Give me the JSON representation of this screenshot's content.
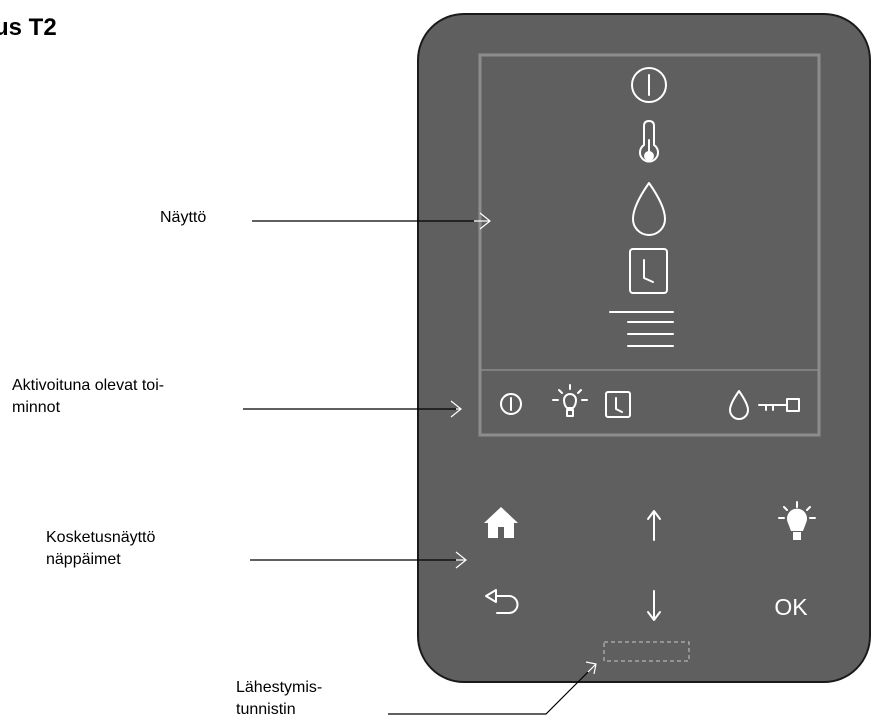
{
  "title": "us T2",
  "labels": {
    "display": "Näyttö",
    "active_functions_line1": "Aktivoituna olevat toi-",
    "active_functions_line2": "minnot",
    "touch_keys_line1": "Kosketusnäyttö",
    "touch_keys_line2": "näppäimet",
    "proximity_line1": "Lähestymis-",
    "proximity_line2": "tunnistin"
  },
  "keys": {
    "ok_label": "OK"
  },
  "display_icons": [
    "power-icon",
    "thermometer-icon",
    "drop-icon",
    "clock-icon",
    "menu-lines-icon"
  ],
  "status_icons": [
    "power-icon",
    "light-icon",
    "clock-icon",
    "drop-icon",
    "key-icon"
  ],
  "colors": {
    "panel": "#5f5f5f",
    "panel_border": "#1a1a1a",
    "screen_frame": "#8c8c8c",
    "icon": "#ffffff"
  }
}
